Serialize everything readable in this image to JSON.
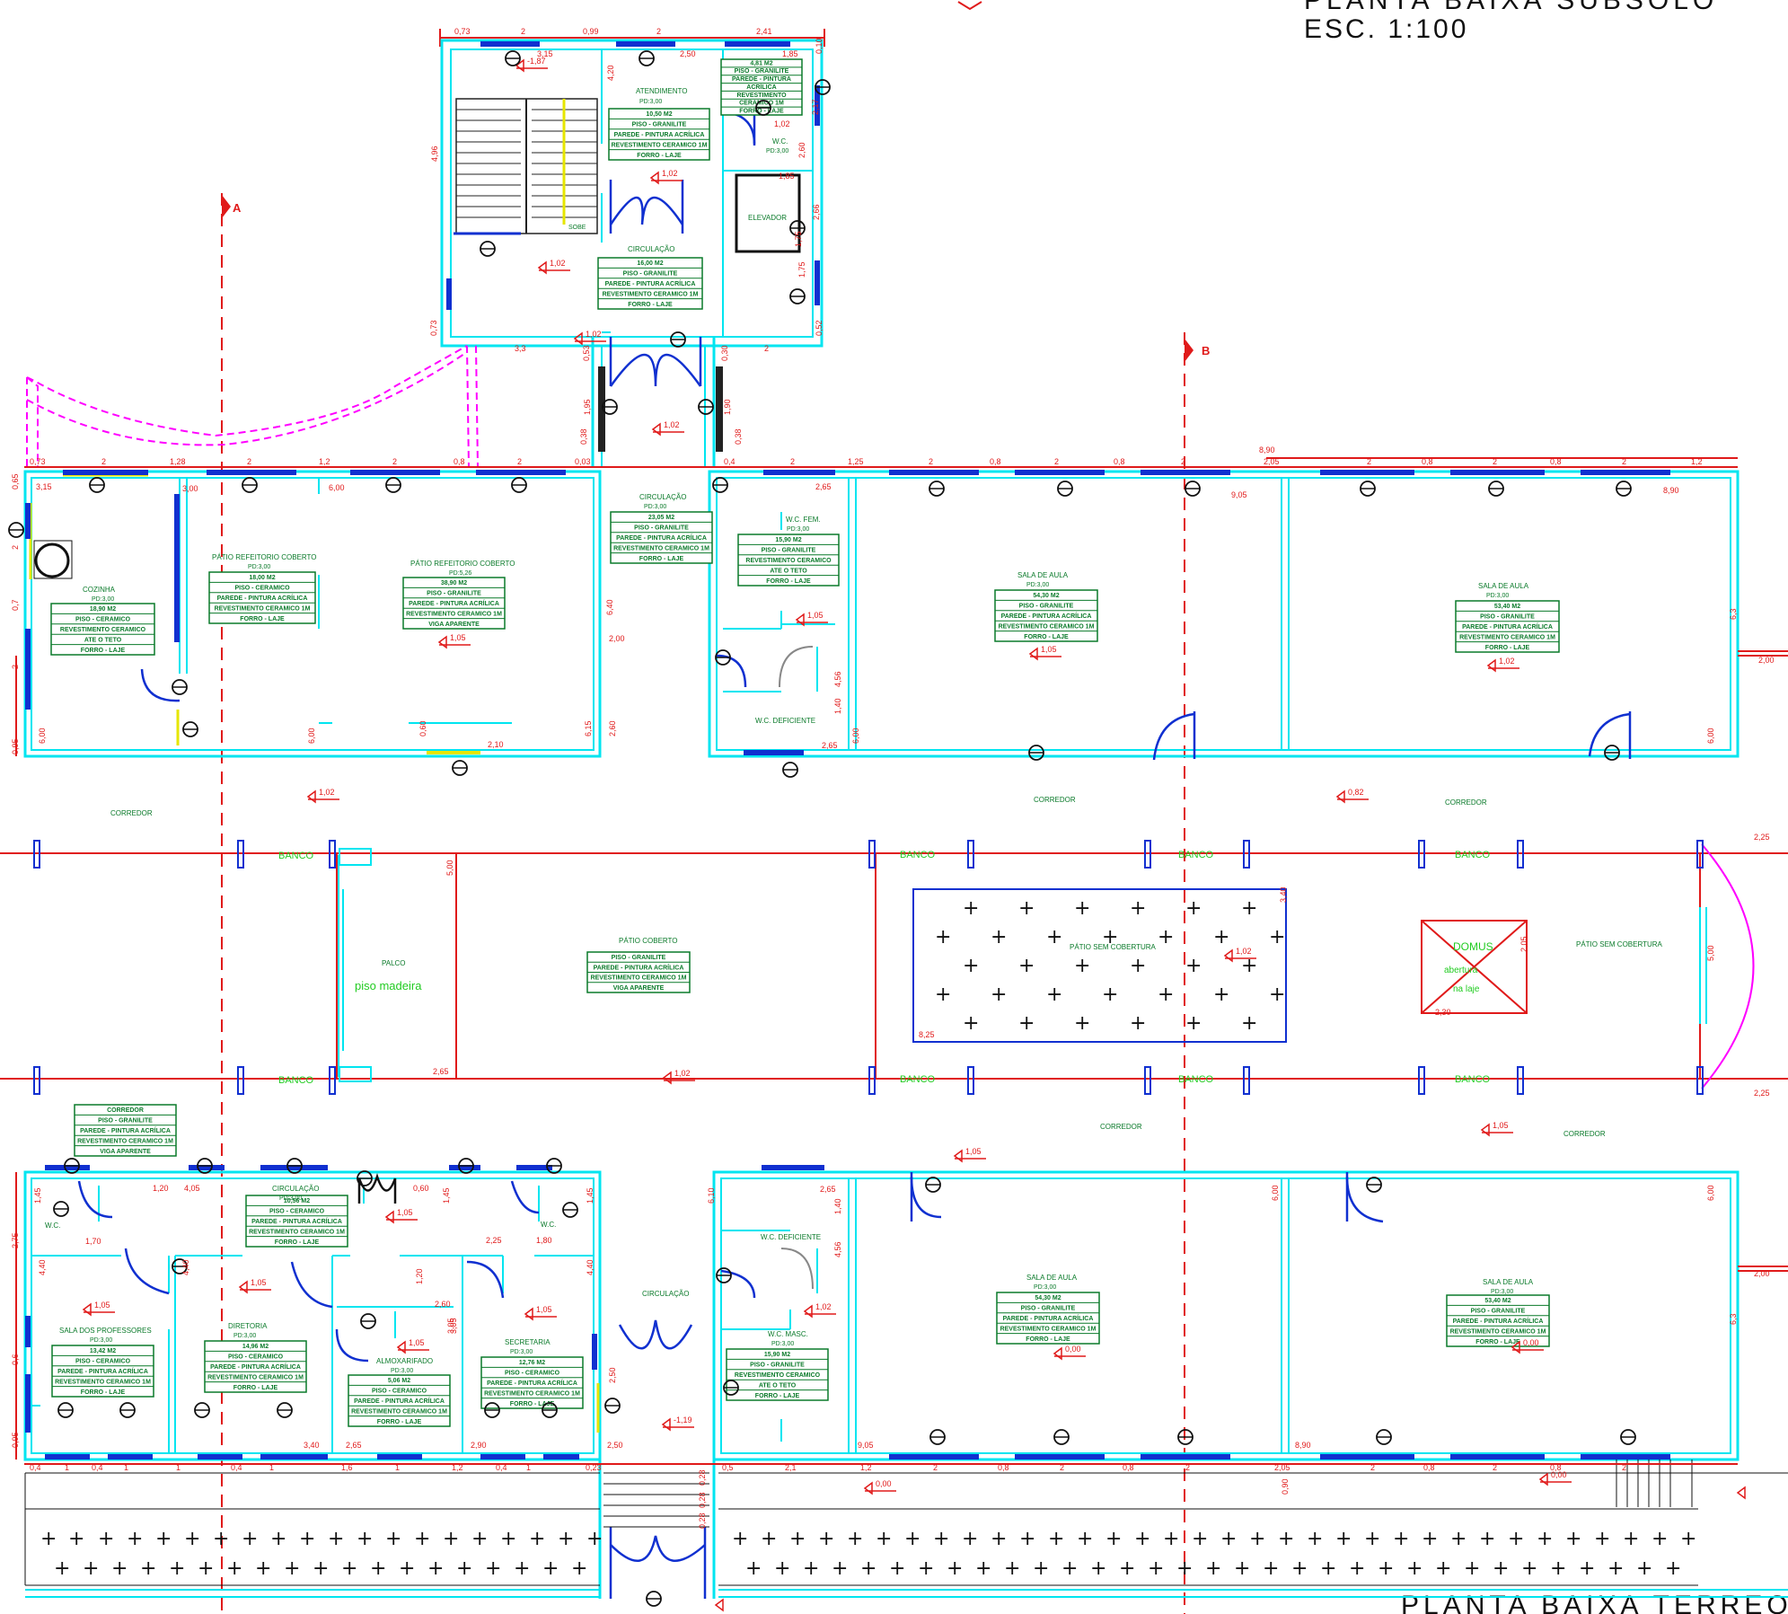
{
  "titles": {
    "subsolo_line1": "PLANTA BAIXA SUBSOLO",
    "subsolo_line2": "ESC. 1:100",
    "terreo": "PLANTA BAIXA TERREO"
  },
  "sections": {
    "a": "A",
    "b": "B"
  },
  "rooms": {
    "atendimento": {
      "name": "ATENDIMENTO",
      "pd": "PD:3,00",
      "area": "10,50 M2",
      "lines": [
        "PISO - GRANILITE",
        "PAREDE - PINTURA ACRÍLICA",
        "REVESTIMENTO CERAMICO 1M",
        "FORRO - LAJE"
      ]
    },
    "wc_sub": {
      "area": "4,81 M2",
      "lines": [
        "PISO - GRANILITE",
        "PAREDE - PINTURA",
        "ACRÍLICA",
        "REVESTIMENTO",
        "CERAMICO 1M",
        "FORRO - LAJE"
      ],
      "name": "W.C.",
      "pd": "PD:3,00"
    },
    "elevador": {
      "name": "ELEVADOR"
    },
    "circ_sub": {
      "name": "CIRCULAÇÃO",
      "area": "16,00 M2",
      "lines": [
        "PISO - GRANILITE",
        "PAREDE - PINTURA ACRÍLICA",
        "REVESTIMENTO CERAMICO 1M",
        "FORRO - LAJE"
      ]
    },
    "sobe": "SOBE",
    "cozinha": {
      "name": "COZINHA",
      "pd": "PD:3,00",
      "area": "18,90 M2",
      "lines": [
        "PISO - CERAMICO",
        "REVESTIMENTO CERAMICO",
        "ATE O TETO",
        "FORRO - LAJE"
      ]
    },
    "patio1": {
      "name": "PÁTIO REFEITORIO COBERTO",
      "pd": "PD:3,00",
      "area": "18,00 M2",
      "lines": [
        "PISO - CERAMICO",
        "PAREDE - PINTURA ACRÍLICA",
        "REVESTIMENTO CERAMICO 1M",
        "FORRO - LAJE"
      ]
    },
    "patio2": {
      "name": "PÁTIO REFEITORIO COBERTO",
      "pd": "PD:5,26",
      "area": "38,90 M2",
      "lines": [
        "PISO - GRANILITE",
        "PAREDE - PINTURA ACRÍLICA",
        "REVESTIMENTO CERAMICO 1M",
        "VIGA APARENTE"
      ]
    },
    "circ_top": {
      "name": "CIRCULAÇÃO",
      "pd": "PD:3,00",
      "area": "23,05 M2",
      "lines": [
        "PISO - GRANILITE",
        "PAREDE - PINTURA ACRÍLICA",
        "REVESTIMENTO CERAMICO 1M",
        "FORRO - LAJE"
      ]
    },
    "wc_fem": {
      "name": "W.C. FEM.",
      "pd": "PD:3,00",
      "area": "15,90 M2",
      "lines": [
        "PISO - GRANILITE",
        "REVESTIMENTO CERAMICO",
        "ATE O TETO",
        "FORRO - LAJE"
      ]
    },
    "wc_def_top": {
      "name": "W.C. DEFICIENTE"
    },
    "sala1": {
      "name": "SALA DE AULA",
      "pd": "PD:3,00",
      "area": "54,30 M2",
      "lines": [
        "PISO - GRANILITE",
        "PAREDE - PINTURA ACRÍLICA",
        "REVESTIMENTO CERAMICO 1M",
        "FORRO - LAJE"
      ]
    },
    "sala2": {
      "name": "SALA DE AULA",
      "pd": "PD:3,00",
      "area": "53,40 M2",
      "lines": [
        "PISO - GRANILITE",
        "PAREDE - PINTURA ACRÍLICA",
        "REVESTIMENTO CERAMICO 1M",
        "FORRO - LAJE"
      ]
    },
    "corredor": "CORREDOR",
    "palco": "PALCO",
    "piso_madeira": "piso madeira",
    "patio_coberto": {
      "name": "PÁTIO COBERTO",
      "lines": [
        "PISO - GRANILITE",
        "PAREDE - PINTURA ACRÍLICA",
        "REVESTIMENTO CERAMICO 1M",
        "VIGA APARENTE"
      ]
    },
    "patio_sem": "PÁTIO SEM COBERTURA",
    "domus": [
      "DOMUS",
      "abertura",
      "na laje"
    ],
    "banco": "BANCO",
    "corredor_box": {
      "name": "CORREDOR",
      "lines": [
        "PISO - GRANILITE",
        "PAREDE - PINTURA ACRÍLICA",
        "REVESTIMENTO CERAMICO 1M",
        "VIGA APARENTE"
      ]
    },
    "circ_bottom": {
      "name": "CIRCULAÇÃO",
      "pd": "PD:3,00",
      "area": "10,56 M2",
      "lines": [
        "PISO - CERAMICO",
        "PAREDE - PINTURA ACRÍLICA",
        "REVESTIMENTO CERAMICO 1M",
        "FORRO - LAJE"
      ]
    },
    "wc": "W.C.",
    "sala_prof": {
      "name": "SALA DOS PROFESSORES",
      "pd": "PD:3,00",
      "area": "13,42 M2",
      "lines": [
        "PISO - CERAMICO",
        "PAREDE - PINTURA ACRÍLICA",
        "REVESTIMENTO CERAMICO 1M",
        "FORRO - LAJE"
      ]
    },
    "diretoria": {
      "name": "DIRETORIA",
      "pd": "PD:3,00",
      "area": "14,96 M2",
      "lines": [
        "PISO - CERAMICO",
        "PAREDE - PINTURA ACRÍLICA",
        "REVESTIMENTO CERAMICO 1M",
        "FORRO - LAJE"
      ]
    },
    "almox": {
      "name": "ALMOXARIFADO",
      "pd": "PD:3,00",
      "area": "5,06 M2",
      "lines": [
        "PISO - CERAMICO",
        "PAREDE - PINTURA ACRÍLICA",
        "REVESTIMENTO CERAMICO 1M",
        "FORRO - LAJE"
      ]
    },
    "secretaria": {
      "name": "SECRETARIA",
      "pd": "PD:3,00",
      "area": "12,76 M2",
      "lines": [
        "PISO - CERAMICO",
        "PAREDE - PINTURA ACRÍLICA",
        "REVESTIMENTO CERAMICO 1M",
        "FORRO - LAJE"
      ]
    },
    "circ_mid": "CIRCULAÇÃO",
    "wc_def_bot": "W.C. DEFICIENTE",
    "wc_masc": {
      "name": "W.C. MASC.",
      "pd": "PD:3,00",
      "area": "15,90 M2",
      "lines": [
        "PISO - GRANILITE",
        "REVESTIMENTO CERAMICO",
        "ATE O TETO",
        "FORRO - LAJE"
      ]
    },
    "sala3": {
      "name": "SALA DE AULA",
      "pd": "PD:3,00",
      "area": "54,30 M2",
      "lines": [
        "PISO - GRANILITE",
        "PAREDE - PINTURA ACRÍLICA",
        "REVESTIMENTO CERAMICO 1M",
        "FORRO - LAJE"
      ]
    },
    "sala4": {
      "name": "SALA DE AULA",
      "pd": "PD:3,00",
      "area": "53,40 M2",
      "lines": [
        "PISO - GRANILITE",
        "PAREDE - PINTURA ACRÍLICA",
        "REVESTIMENTO CERAMICO 1M",
        "FORRO - LAJE"
      ]
    }
  },
  "levels": [
    "-1,87",
    "1,02",
    "1,02",
    "1,02",
    "1,02",
    "1,05",
    "1,05",
    "1,05",
    "1,02",
    "1,02",
    "0,82",
    "1,02",
    "1,02",
    "1,05",
    "1,05",
    "1,05",
    "1,05",
    "1,05",
    "1,05",
    "1,05",
    "1,02",
    "0,00",
    "0,00",
    "-1,19",
    "0,00",
    "0,00"
  ],
  "dims": {
    "top": [
      "0,73",
      "2",
      "0,99",
      "2",
      "2,41"
    ],
    "sub_inner": [
      "3,15",
      "2,50",
      "1,85",
      "1,02",
      "1,85",
      "2,66",
      "1,75",
      "1,75",
      "0,52",
      "0,73",
      "4,96",
      "4,20",
      "2,60",
      "2,17",
      "0,10",
      "3,3",
      "2",
      "0,53",
      "1,95",
      "0,38",
      "0,30",
      "1,90",
      "0,38"
    ],
    "row1": [
      "0,73",
      "2",
      "1,28",
      "2",
      "1,2",
      "2",
      "0,8",
      "2",
      "0,03",
      "0,4",
      "2",
      "1,25",
      "2",
      "0,8",
      "2",
      "0,8",
      "2",
      "2,05",
      "2",
      "0,8",
      "2",
      "0,8",
      "2",
      "1,2"
    ],
    "row1_misc": [
      "8,90",
      "3,15",
      "3,00",
      "6,00",
      "2,65",
      "9,05",
      "8,90",
      "6,40",
      "2,00",
      "6,15",
      "2,60",
      "2,10",
      "0,60",
      "6,00",
      "6,00",
      "2,65",
      "4,56",
      "1,40",
      "6,00",
      "6,00",
      "6,3",
      "2,00",
      "0,65",
      "2",
      "0,7",
      "2",
      "0,95"
    ],
    "mid": [
      "5,00",
      "2,65",
      "3,40",
      "8,25",
      "2,05",
      "2,30",
      "5,00",
      "2,25",
      "2,25"
    ],
    "bottom_row": [
      "0,4",
      "1",
      "0,4",
      "1",
      "1",
      "0,4",
      "1",
      "1,6",
      "1",
      "1,2",
      "0,4",
      "1",
      "0,23",
      "0,5",
      "2,1",
      "1,2",
      "2",
      "0,8",
      "2",
      "0,8",
      "2",
      "2,05",
      "2",
      "0,8",
      "2",
      "0,8",
      "2"
    ],
    "bottom_misc": [
      "1,45",
      "1,20",
      "4,05",
      "0,60",
      "1,45",
      "1,45",
      "2,75",
      "1,70",
      "2,25",
      "1,80",
      "4,40",
      "4,40",
      "4,40",
      "1,20",
      "2,60",
      "3,05",
      "3,05",
      "3,40",
      "2,65",
      "2,90",
      "2,50",
      "2,50",
      "6,10",
      "2,65",
      "1,40",
      "4,56",
      "6,00",
      "6,00",
      "2,00",
      "6,3",
      "0,6",
      "0,95",
      "9,05",
      "8,90",
      "0,90",
      "0,28",
      "0,28",
      "0,28"
    ]
  },
  "colors": {
    "wall": "#00e5f0",
    "dim": "#e01a1a",
    "window": "#1030d0",
    "label": "#0a7a2a",
    "dashed": "#ff00ff",
    "highlight": "#22cc22"
  }
}
